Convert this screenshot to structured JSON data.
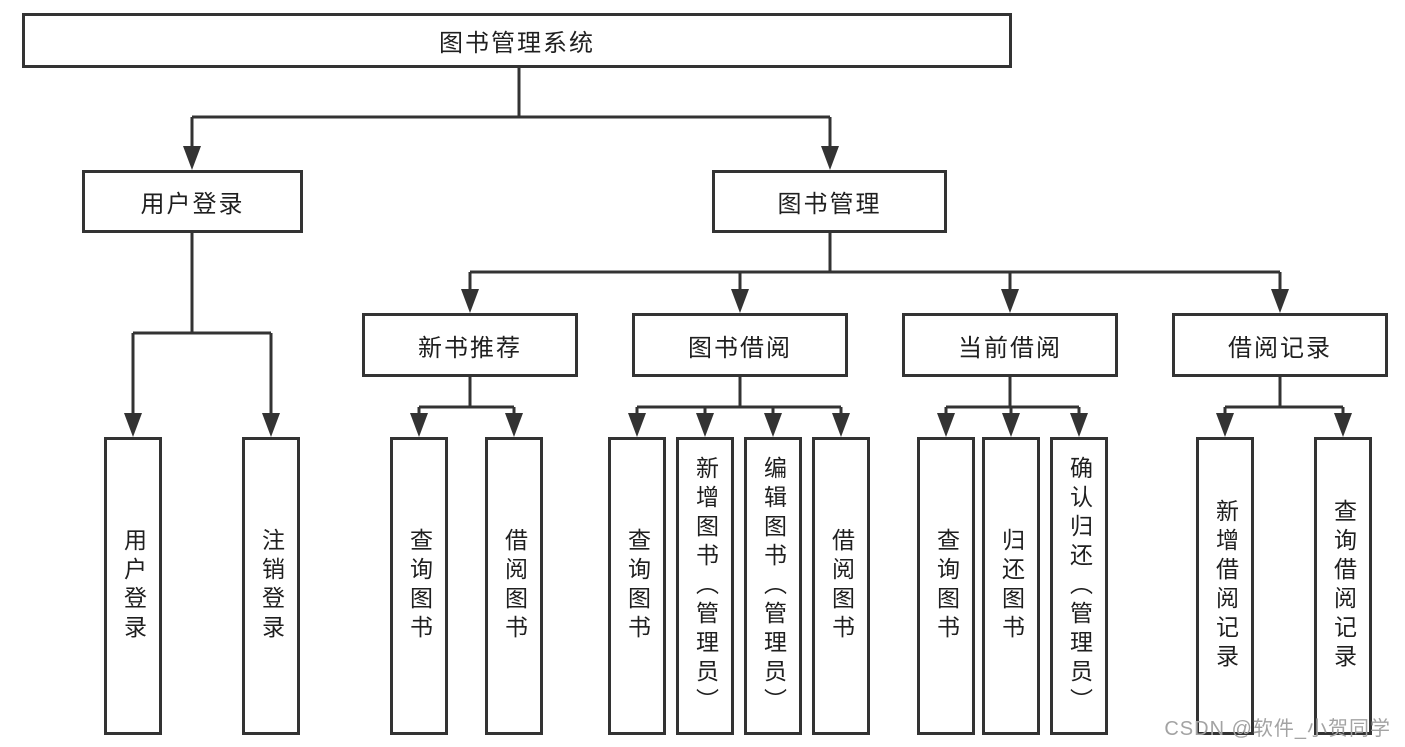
{
  "diagram": {
    "root": {
      "label": "图书管理系统"
    },
    "level2": [
      {
        "label": "用户登录",
        "children": [
          "用户登录",
          "注销登录"
        ]
      },
      {
        "label": "图书管理"
      }
    ],
    "level3": [
      {
        "label": "新书推荐",
        "children": [
          "查询图书",
          "借阅图书"
        ]
      },
      {
        "label": "图书借阅",
        "children": [
          "查询图书",
          "新增图书（管理员）",
          "编辑图书（管理员）",
          "借阅图书"
        ]
      },
      {
        "label": "当前借阅",
        "children": [
          "查询图书",
          "归还图书",
          "确认归还（管理员）"
        ]
      },
      {
        "label": "借阅记录",
        "children": [
          "新增借阅记录",
          "查询借阅记录"
        ]
      }
    ]
  },
  "colors": {
    "line": "#333333",
    "box_background": "#ffffff",
    "text": "#1f1f1f",
    "watermark": "#a3a3a3"
  },
  "watermark": "CSDN @软件_小贺同学"
}
